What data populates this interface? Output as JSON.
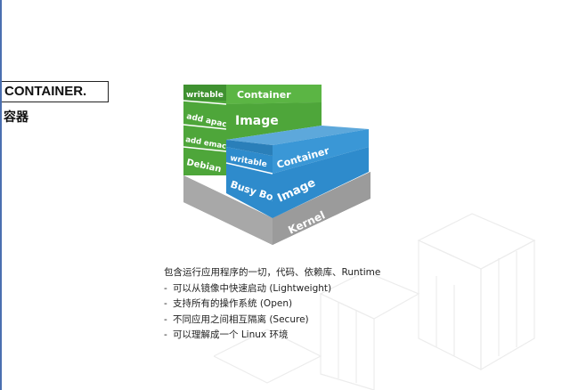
{
  "slide": {
    "title": "CONTAINER.",
    "subtitle": "容器"
  },
  "diagram": {
    "green_stack": {
      "writable": "writable",
      "add_apache": "add apache",
      "add_emacs": "add emacs",
      "debian": "Debian",
      "container": "Container",
      "image": "Image"
    },
    "blue_stack": {
      "writable": "writable",
      "busybox": "Busy Box",
      "container": "Container",
      "image": "Image"
    },
    "kernel": "Kernel",
    "colors": {
      "green": "#4ea63a",
      "blue": "#2e8bcc",
      "gray": "#9b9b9b"
    }
  },
  "description": {
    "intro": "包含运行应用程序的一切，代码、依赖库、Runtime",
    "bullets": [
      "可以从镜像中快速启动 (Lightweight)",
      "支持所有的操作系统 (Open)",
      "不同应用之间相互隔离 (Secure)",
      "可以理解成一个 Linux 环境"
    ],
    "bullet_marker": "-"
  }
}
